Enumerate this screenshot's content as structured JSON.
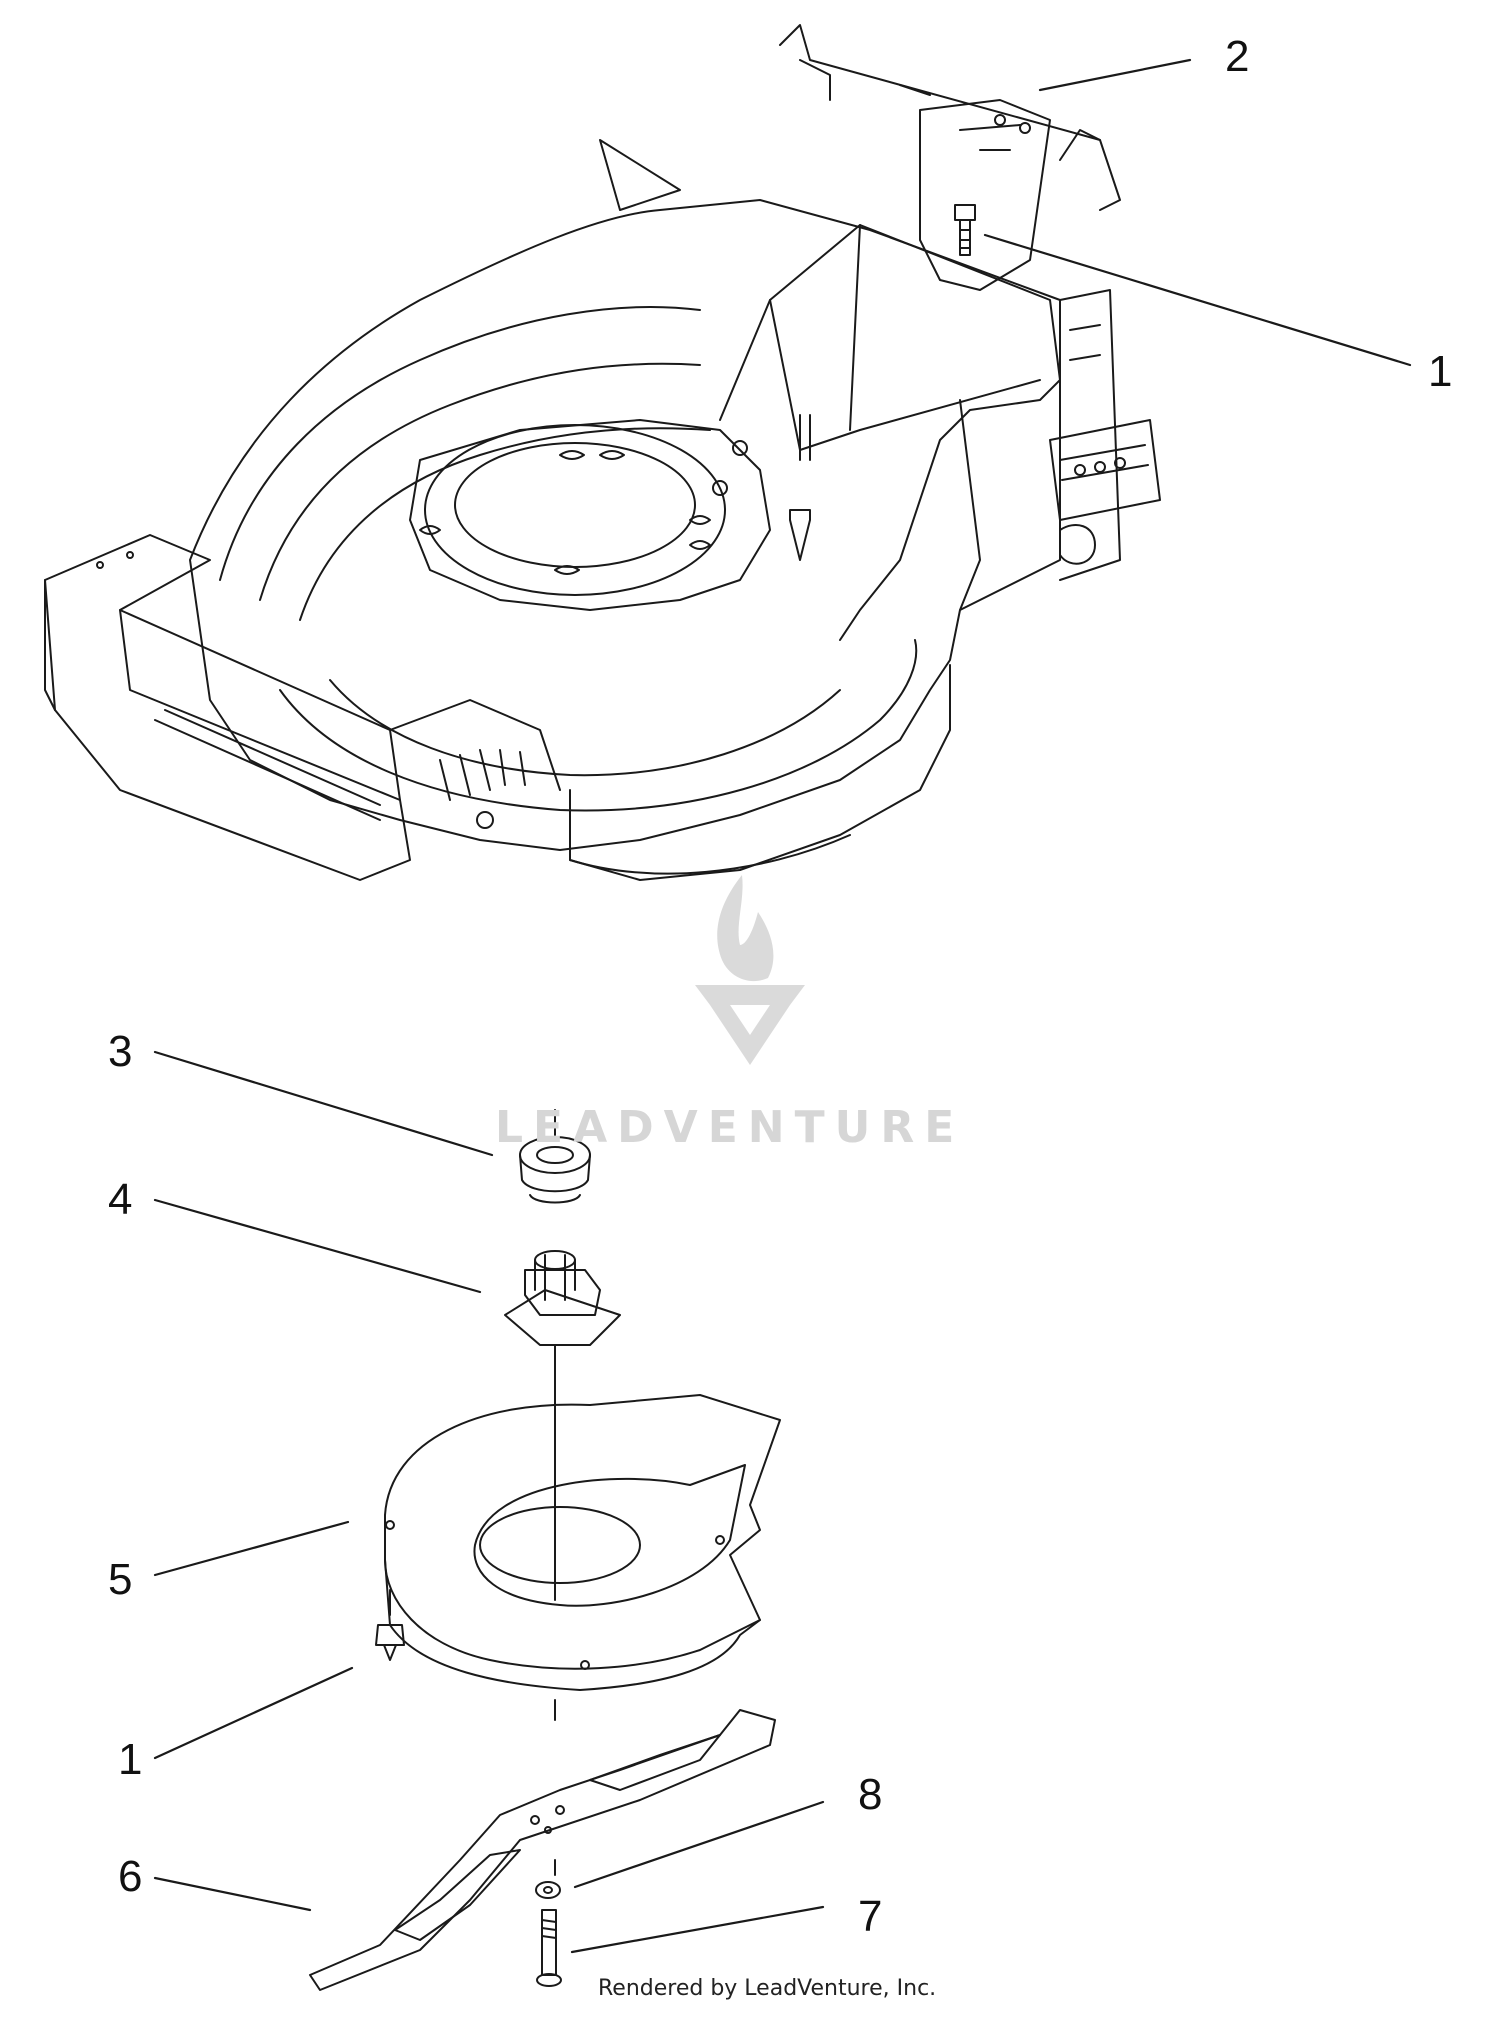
{
  "callouts": [
    {
      "id": "c2-top",
      "label": "2"
    },
    {
      "id": "c1-top",
      "label": "1"
    },
    {
      "id": "c3",
      "label": "3"
    },
    {
      "id": "c4",
      "label": "4"
    },
    {
      "id": "c5",
      "label": "5"
    },
    {
      "id": "c1-bottom",
      "label": "1"
    },
    {
      "id": "c6",
      "label": "6"
    },
    {
      "id": "c8",
      "label": "8"
    },
    {
      "id": "c7",
      "label": "7"
    }
  ],
  "watermark": {
    "text": "LEADVENTURE"
  },
  "footer": {
    "text": "Rendered by LeadVenture, Inc."
  },
  "colors": {
    "line": "#1a1a1a",
    "watermark": "#d6d6d6",
    "background": "#ffffff"
  }
}
